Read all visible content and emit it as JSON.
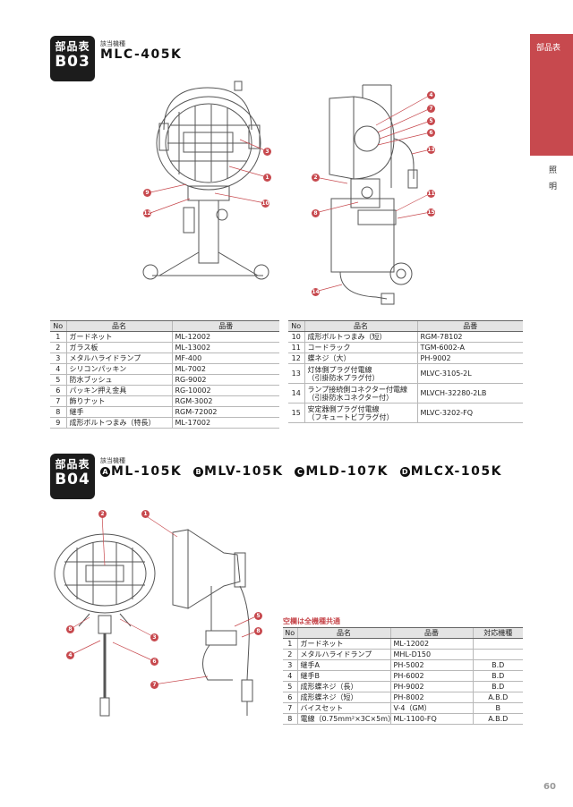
{
  "side_tab": {
    "label": "部品表",
    "vertical_text": [
      "照",
      "明"
    ]
  },
  "b03": {
    "badge_top": "部品表",
    "badge_code": "B03",
    "applicable_label": "該当機種",
    "model": "MLC-405K",
    "markers": [
      "1",
      "2",
      "3",
      "4",
      "5",
      "6",
      "7",
      "8",
      "9",
      "10",
      "11",
      "12",
      "13",
      "14",
      "15"
    ],
    "table_headers": [
      "No",
      "品名",
      "品番"
    ],
    "rows_left": [
      {
        "no": "1",
        "name": "ガードネット",
        "part": "ML-12002"
      },
      {
        "no": "2",
        "name": "ガラス板",
        "part": "ML-13002"
      },
      {
        "no": "3",
        "name": "メタルハライドランプ",
        "part": "MF-400"
      },
      {
        "no": "4",
        "name": "シリコンパッキン",
        "part": "ML-7002"
      },
      {
        "no": "5",
        "name": "防水ブッシュ",
        "part": "RG-9002"
      },
      {
        "no": "6",
        "name": "パッキン押え金具",
        "part": "RG-10002"
      },
      {
        "no": "7",
        "name": "飾りナット",
        "part": "RGM-3002"
      },
      {
        "no": "8",
        "name": "継手",
        "part": "RGM-72002"
      },
      {
        "no": "9",
        "name": "成形ボルトつまみ（特長）",
        "part": "ML-17002"
      }
    ],
    "rows_right": [
      {
        "no": "10",
        "name": "成形ボルトつまみ（短）",
        "part": "RGM-78102"
      },
      {
        "no": "11",
        "name": "コードラック",
        "part": "TGM-6002-A"
      },
      {
        "no": "12",
        "name": "蝶ネジ（大）",
        "part": "PH-9002"
      },
      {
        "no": "13",
        "name1": "灯体側プラグ付電線",
        "name2": "（引掛防水プラグ付）",
        "part": "MLVC-3105-2L"
      },
      {
        "no": "14",
        "name1": "ランプ接続側コネクター付電線",
        "name2": "（引掛防水コネクター付）",
        "part": "MLVCH-32280-2LB"
      },
      {
        "no": "15",
        "name1": "安定器側プラグ付電線",
        "name2": "（フキュートビプラグ付）",
        "part": "MLVC-3202-FQ"
      }
    ]
  },
  "b04": {
    "badge_top": "部品表",
    "badge_code": "B04",
    "applicable_label": "該当機種",
    "models": [
      {
        "mark": "A",
        "name": "ML-105K"
      },
      {
        "mark": "B",
        "name": "MLV-105K"
      },
      {
        "mark": "C",
        "name": "MLD-107K"
      },
      {
        "mark": "D",
        "name": "MLCX-105K"
      }
    ],
    "markers": [
      "1",
      "2",
      "3",
      "4",
      "5",
      "6",
      "7",
      "8"
    ],
    "common_note": "空欄は全機種共通",
    "table_headers": [
      "No",
      "品名",
      "品番",
      "対応機種"
    ],
    "rows": [
      {
        "no": "1",
        "name": "ガードネット",
        "part": "ML-12002",
        "models": ""
      },
      {
        "no": "2",
        "name": "メタルハライドランプ",
        "part": "MHL-D150",
        "models": ""
      },
      {
        "no": "3",
        "name": "継手A",
        "part": "PH-5002",
        "models": "B.D"
      },
      {
        "no": "4",
        "name": "継手B",
        "part": "PH-6002",
        "models": "B.D"
      },
      {
        "no": "5",
        "name": "成形蝶ネジ（長）",
        "part": "PH-9002",
        "models": "B.D"
      },
      {
        "no": "6",
        "name": "成形蝶ネジ（短）",
        "part": "PH-8002",
        "models": "A.B.D"
      },
      {
        "no": "7",
        "name": "バイスセット",
        "part": "V-4（GM）",
        "models": "B"
      },
      {
        "no": "8",
        "name": "電線（0.75mm²×3C×5m）",
        "part": "ML-1100-FQ",
        "models": "A.B.D"
      }
    ]
  },
  "page_number": "60",
  "colors": {
    "accent": "#c7494e",
    "badge": "#1c1c1c",
    "header_fill": "#e4e4e4"
  }
}
